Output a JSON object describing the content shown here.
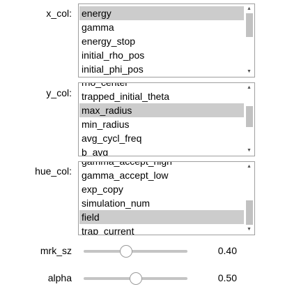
{
  "x_col": {
    "label": "x_col:",
    "items": [
      "energy",
      "gamma",
      "energy_stop",
      "initial_rho_pos",
      "initial_phi_pos"
    ],
    "selected": "energy"
  },
  "y_col": {
    "label": "y_col:",
    "items": [
      "rho_center",
      "trapped_initial_theta",
      "max_radius",
      "min_radius",
      "avg_cycl_freq",
      "b_avg"
    ],
    "selected": "max_radius"
  },
  "hue_col": {
    "label": "hue_col:",
    "items": [
      "gamma_accept_high",
      "gamma_accept_low",
      "exp_copy",
      "simulation_num",
      "field",
      "trap_current"
    ],
    "selected": "field"
  },
  "mrk_sz": {
    "label": "mrk_sz",
    "value": "0.40",
    "fraction": 0.4
  },
  "alpha": {
    "label": "alpha",
    "value": "0.50",
    "fraction": 0.5
  },
  "icons": {
    "scroll_up": "triangle-up-icon",
    "scroll_down": "triangle-down-icon"
  }
}
